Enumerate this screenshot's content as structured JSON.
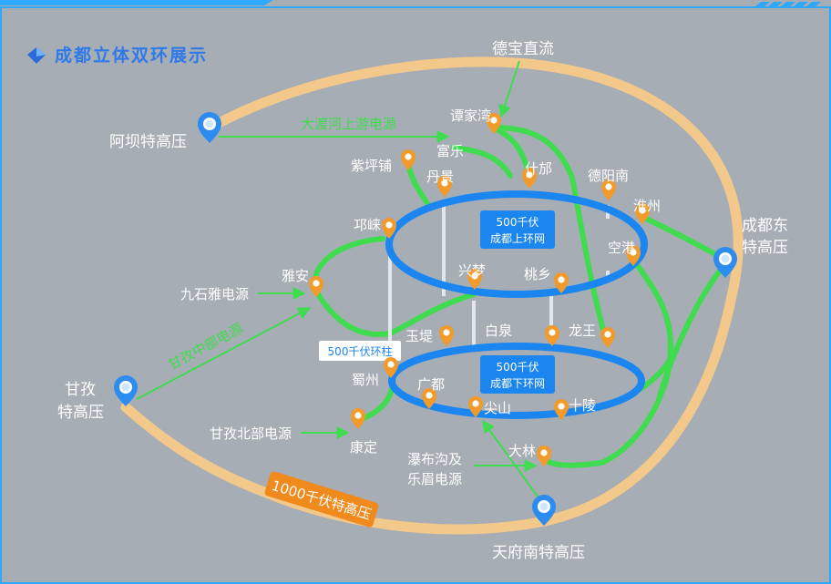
{
  "title": "成都立体双环展示",
  "colors": {
    "background": "#a7adb4",
    "uhv_ring": "#f2c98a",
    "kv500_ring": "#1b86f0",
    "green_line": "#3fdc4f",
    "station_pin": "#f29a2a",
    "uhv_pin": "#2d8cf0",
    "uhv_badge": "#f08a1c"
  },
  "icons": {
    "title": "diamond-icon",
    "station": "map-pin-icon",
    "uhv_station": "location-pin-icon"
  },
  "rings": {
    "uhv_label": "1000千伏特高压",
    "upper_line1": "500千伏",
    "upper_line2": "成都上环网",
    "lower_line1": "500千伏",
    "lower_line2": "成都下环网",
    "column_label": "500千伏环柱"
  },
  "uhv_stations": {
    "aba": "阿坝特高压",
    "chengdu_east_1": "成都东",
    "chengdu_east_2": "特高压",
    "ganzi_1": "甘孜",
    "ganzi_2": "特高压",
    "tianfu_south": "天府南特高压"
  },
  "stations": {
    "tanjiawan": "谭家湾",
    "fule": "富乐",
    "shifang": "什邡",
    "zipingpu": "紫坪铺",
    "danjing": "丹景",
    "deyang_south": "德阳南",
    "huaizhou": "淮州",
    "qionglai": "邛崃",
    "konggang": "空港",
    "yaan": "雅安",
    "xingmeng": "兴梦",
    "taoxiang": "桃乡",
    "yuti": "玉堤",
    "baiquan": "白泉",
    "longwang": "龙王",
    "shuzhou": "蜀州",
    "guangdu": "广都",
    "jianshan": "尖山",
    "shiling": "十陵",
    "kangding": "康定",
    "dalin": "大林"
  },
  "sources": {
    "debao": "德宝直流",
    "dadu": "大渡河上游电源",
    "jiushi": "九石雅电源",
    "ganzi_central": "甘孜中部电源",
    "ganzi_north": "甘孜北部电源",
    "pubugou_1": "瀑布沟及",
    "pubugou_2": "乐眉电源"
  }
}
